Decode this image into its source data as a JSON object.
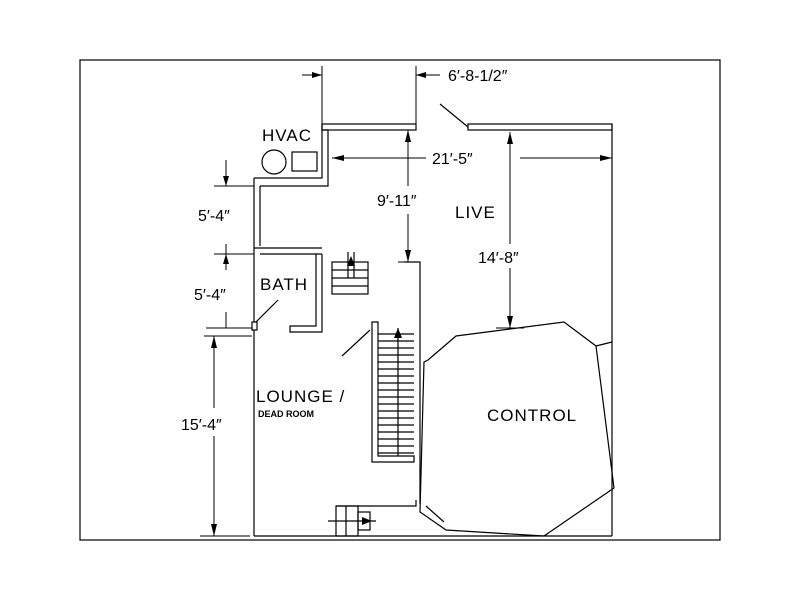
{
  "labels": {
    "hvac": "HVAC",
    "bath": "BATH",
    "live": "LIVE",
    "lounge": "LOUNGE /",
    "dead_room": "DEAD ROOM",
    "control": "CONTROL"
  },
  "dimensions": {
    "door_opening": "6′-8-1/2″",
    "live_width": "21′-5″",
    "hall_depth": "9′-11″",
    "live_depth": "14′-8″",
    "upper_span": "5′-4″",
    "bath_span": "5′-4″",
    "lounge_depth": "15′-4″"
  }
}
